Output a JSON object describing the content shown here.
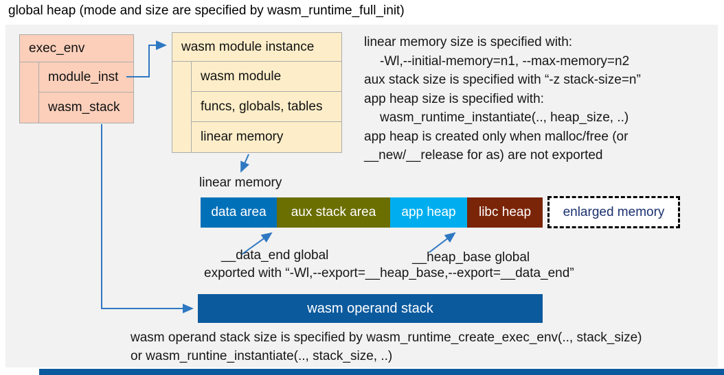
{
  "title": "global heap (mode and size are specified by wasm_runtime_full_init)",
  "exec_env": {
    "header": "exec_env",
    "rows": [
      "module_inst",
      "wasm_stack"
    ]
  },
  "module_instance": {
    "header": "wasm module instance",
    "rows": [
      "wasm module",
      "funcs, globals, tables",
      "linear memory"
    ]
  },
  "notes": {
    "lines": [
      "linear memory size is specified with:",
      "-Wl,--initial-memory=n1, --max-memory=n2",
      "aux stack size is specified with “-z stack-size=n”",
      "app heap size is specified with:",
      "wasm_runtime_instantiate(.., heap_size, ..)",
      "app heap is created only when malloc/free (or",
      "__new/__release for as) are not exported"
    ]
  },
  "linear_memory": {
    "label": "linear memory",
    "segments": [
      {
        "name": "data area",
        "color": "#0070b8"
      },
      {
        "name": "aux stack area",
        "color": "#6b6e00"
      },
      {
        "name": "app heap",
        "color": "#00aeef"
      },
      {
        "name": "libc heap",
        "color": "#7b2508"
      },
      {
        "name": "enlarged memory",
        "color": "#ffffff",
        "text_color": "#1b3070",
        "border": "dashed"
      }
    ]
  },
  "annotations": {
    "data_end": "__data_end global",
    "heap_base": "__heap_base global",
    "export_note": "exported with “-Wl,--export=__heap_base,--export=__data_end”"
  },
  "operand_stack": {
    "label": "wasm operand stack"
  },
  "footer": {
    "lines": [
      "wasm operand stack size is specified by wasm_runtime_create_exec_env(.., stack_size)",
      "or wasm_runtine_instantiate(.., stack_size, ..)"
    ]
  },
  "colors": {
    "panel_bg": "#f2f2f2",
    "box_salmon": "#fbcfba",
    "box_cream": "#fdeec9",
    "data_area": "#0070b8",
    "aux_stack_area": "#6b6e00",
    "app_heap": "#00aeef",
    "libc_heap": "#7b2508",
    "enlarged_memory_text": "#1b3070",
    "operand_stack": "#0b5a9e",
    "global_heap_bar": "#0b5a9e",
    "connector": "#2e78c2"
  }
}
